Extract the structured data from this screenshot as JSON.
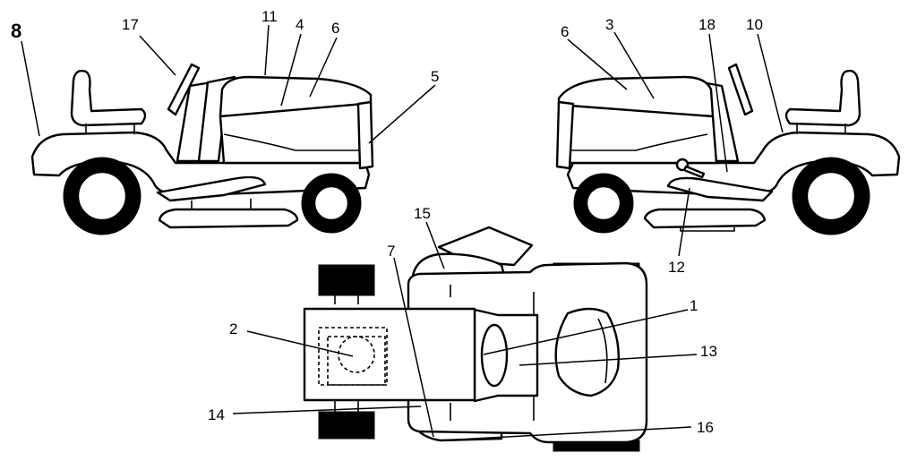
{
  "callouts": {
    "c1": "1",
    "c2": "2",
    "c3": "3",
    "c4": "4",
    "c5": "5",
    "c6a": "6",
    "c6b": "6",
    "c7": "7",
    "c8": "8",
    "c10": "10",
    "c11": "11",
    "c12": "12",
    "c13": "13",
    "c14": "14",
    "c15": "15",
    "c16": "16",
    "c17": "17",
    "c18": "18"
  }
}
